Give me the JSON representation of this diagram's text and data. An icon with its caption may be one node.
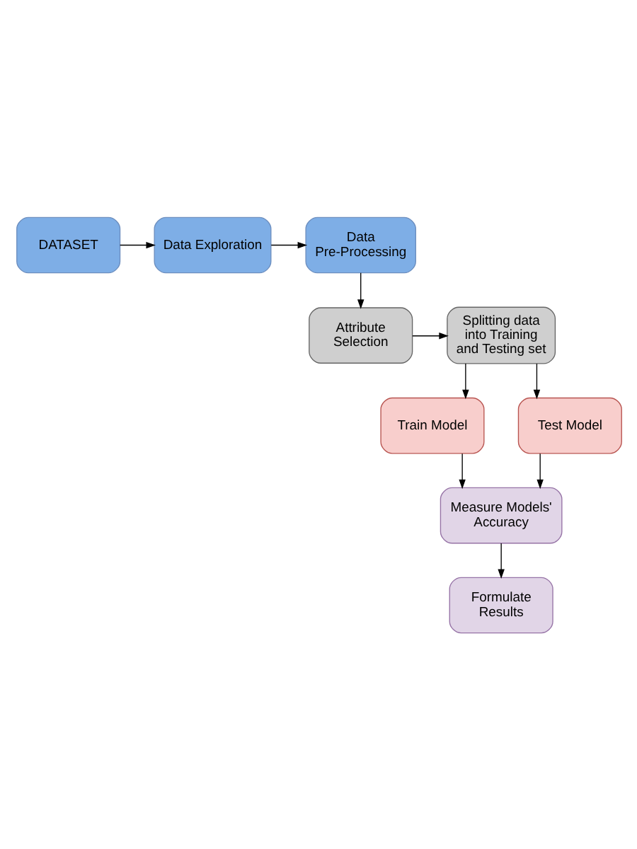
{
  "diagram": {
    "nodes": [
      {
        "text": [
          "DATASET"
        ]
      },
      {
        "text": [
          "Data Exploration"
        ]
      },
      {
        "text": [
          "Data Pre-Processing"
        ]
      },
      {
        "text": [
          "Attribute Selection"
        ]
      },
      {
        "text": [
          "Splitting data into Training and Testing set"
        ]
      },
      {
        "text": [
          "Train Model"
        ]
      },
      {
        "text": [
          "Test Model"
        ]
      },
      {
        "text": [
          "Measure Models' Accuracy"
        ]
      },
      {
        "text": [
          "Formulate Results"
        ]
      }
    ],
    "edges": [
      {
        "from": 0,
        "to": 1,
        "arrow": "to"
      },
      {
        "from": 1,
        "to": 2,
        "arrow": "to"
      },
      {
        "from": 2,
        "to": 3,
        "arrow": "to"
      },
      {
        "from": 3,
        "to": 4,
        "arrow": "to"
      },
      {
        "from": 4,
        "to": 5,
        "arrow": "to"
      },
      {
        "from": 4,
        "to": 6,
        "arrow": "to"
      },
      {
        "from": 5,
        "to": 7,
        "arrow": "to"
      },
      {
        "from": 6,
        "to": 7,
        "arrow": "to"
      },
      {
        "from": 7,
        "to": 8,
        "arrow": "to"
      }
    ]
  }
}
